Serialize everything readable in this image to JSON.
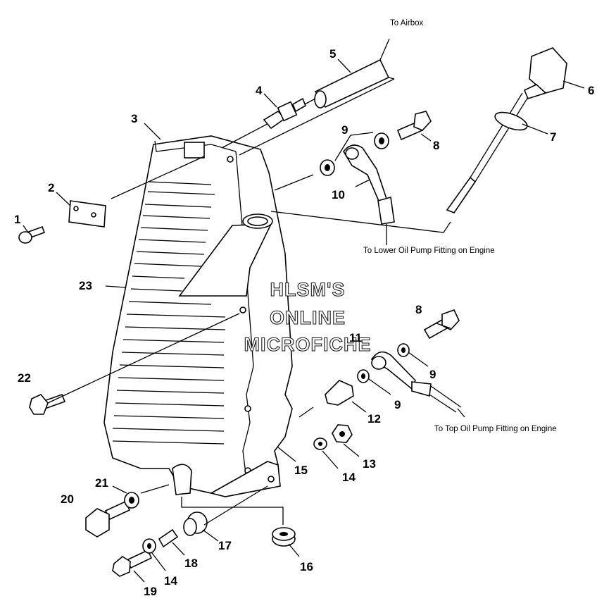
{
  "diagram": {
    "part_numbers": {
      "p1": "1",
      "p2": "2",
      "p3": "3",
      "p4": "4",
      "p5": "5",
      "p6": "6",
      "p7": "7",
      "p8a": "8",
      "p8b": "8",
      "p9a": "9",
      "p9b": "9",
      "p9c": "9",
      "p10": "10",
      "p11": "11",
      "p12": "12",
      "p13": "13",
      "p14a": "14",
      "p14b": "14",
      "p15": "15",
      "p16": "16",
      "p17": "17",
      "p18": "18",
      "p19": "19",
      "p20": "20",
      "p21": "21",
      "p22": "22",
      "p23": "23"
    },
    "callouts": {
      "airbox": "To Airbox",
      "lower_pump": "To Lower Oil Pump Fitting on Engine",
      "top_pump": "To Top Oil Pump Fitting on Engine"
    },
    "watermark": [
      "HLSM'S",
      "ONLINE",
      "MICROFICHE"
    ]
  }
}
